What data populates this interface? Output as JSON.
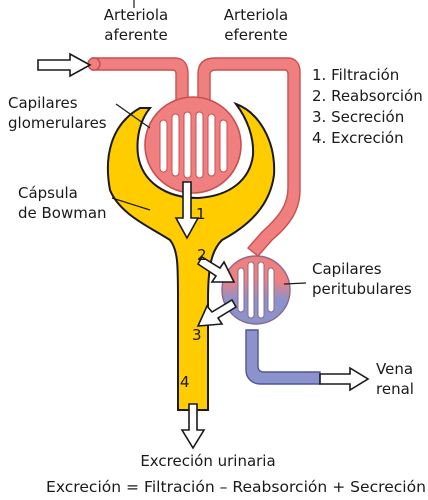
{
  "labels": {
    "afferent_line1": "Arteriola",
    "afferent_line2": "aferente",
    "efferent_line1": "Arteriola",
    "efferent_line2": "eferente",
    "glomerular_line1": "Capilares",
    "glomerular_line2": "glomerulares",
    "bowman_line1": "Cápsula",
    "bowman_line2": "de Bowman",
    "peritubular_line1": "Capilares",
    "peritubular_line2": "peritubulares",
    "vein_line1": "Vena",
    "vein_line2": "renal",
    "urinary": "Excreción urinaria",
    "formula": "Excreción = Filtración – Reabsorción + Secreción"
  },
  "legend": [
    "1. Filtración",
    "2. Reabsorción",
    "3. Secreción",
    "4. Excreción"
  ],
  "steps": [
    "1",
    "2",
    "3",
    "4"
  ],
  "colors": {
    "arterial": "#f08080",
    "arterial_stroke": "#c94f4f",
    "venous": "#8c92cc",
    "venous_stroke": "#4f5699",
    "capsule": "#ffcc00",
    "capsule_stroke": "#1a1a1a"
  }
}
